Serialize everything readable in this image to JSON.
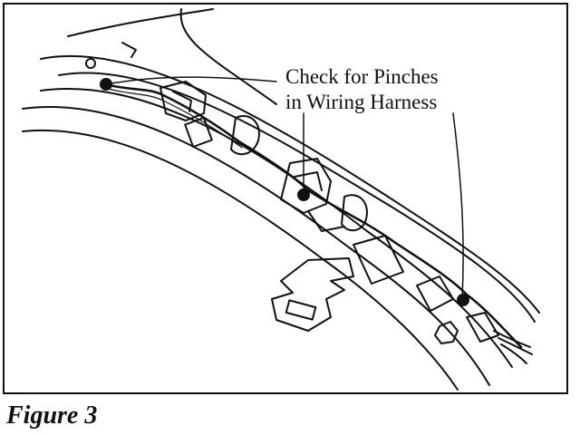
{
  "figure": {
    "callout_line1": "Check for Pinches",
    "callout_line2": "in Wiring Harness",
    "caption": "Figure 3",
    "ink_color": "#111111",
    "background_color": "#ffffff"
  }
}
